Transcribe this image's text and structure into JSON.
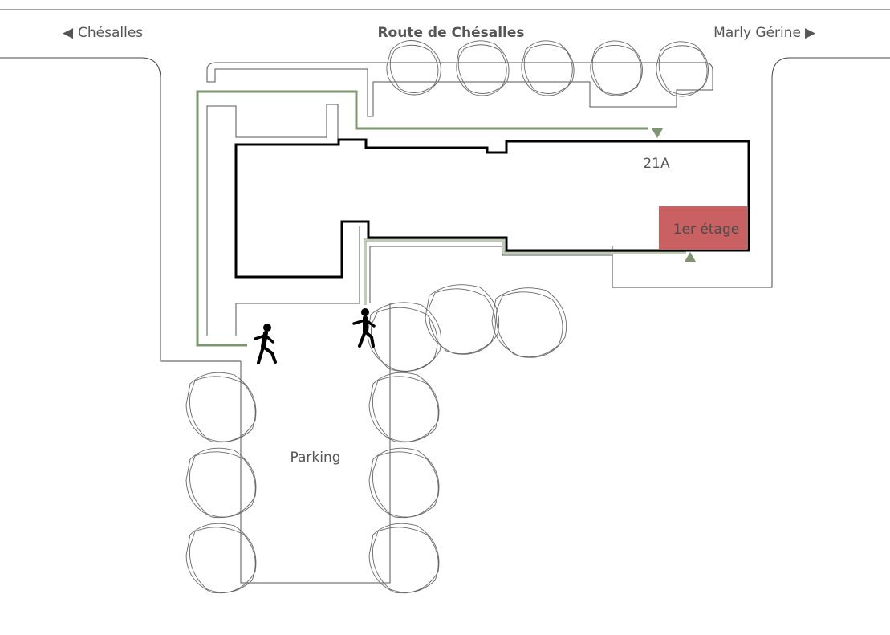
{
  "street": {
    "name": "Route de Chésalles",
    "west_label": "Chésalles",
    "east_label": "Marly Gérine"
  },
  "labels": {
    "building": "21A",
    "floor": "1er étage",
    "parking": "Parking"
  },
  "icons": {
    "west_arrow": "left-triangle-icon",
    "east_arrow": "right-triangle-icon",
    "pedestrian": "pedestrian-icon",
    "path_marker": "triangle-marker-icon"
  },
  "colors": {
    "route": "#7f9470",
    "destination": "#c96062",
    "building_outline": "#000000",
    "line": "#555555",
    "text": "#555555"
  }
}
